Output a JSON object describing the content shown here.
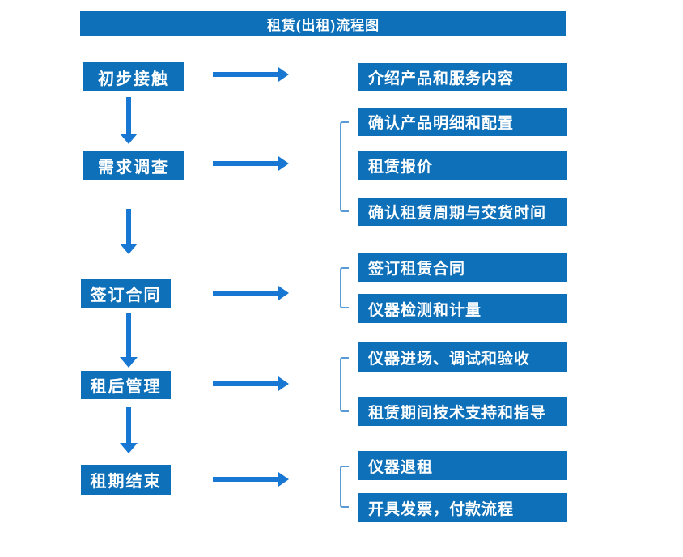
{
  "title": "租赁(出租)流程图",
  "colors": {
    "box_blue": "#0e70b8",
    "arrow_blue": "#1777d2",
    "bracket_blue": "#5b9bd5",
    "text_white": "#ffffff",
    "background": "#ffffff"
  },
  "steps": [
    {
      "label": "初步接触",
      "details": [
        "介绍产品和服务内容"
      ]
    },
    {
      "label": "需求调查",
      "details": [
        "确认产品明细和配置",
        "租赁报价",
        "确认租赁周期与交货时间"
      ]
    },
    {
      "label": "签订合同",
      "details": [
        "签订租赁合同",
        "仪器检测和计量"
      ]
    },
    {
      "label": "租后管理",
      "details": [
        "仪器进场、调试和验收",
        "租赁期间技术支持和指导"
      ]
    },
    {
      "label": "租期结束",
      "details": [
        "仪器退租",
        "开具发票，付款流程"
      ]
    }
  ]
}
